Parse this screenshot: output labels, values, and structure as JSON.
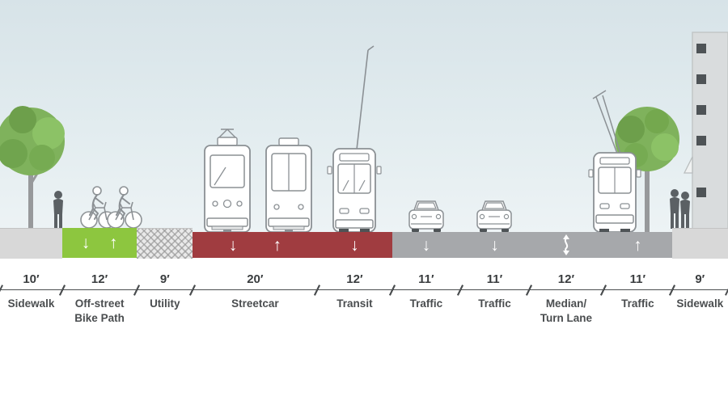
{
  "colors": {
    "bike_lane_green": "#8dc63f",
    "streetcar_transit_red": "#a03c40",
    "roadway_gray": "#a6a8ab",
    "sidewalk_gray": "#d8d8d8",
    "arrow_white": "#ffffff",
    "sky_top": "#d7e3e8",
    "sky_bottom": "#edf3f5",
    "tree_green": "#7fb25c",
    "silhouette_gray": "#5b6064"
  },
  "segments": [
    {
      "width": "10′",
      "label": "Sidewalk",
      "type": "sidewalk",
      "feet": 10,
      "arrows": []
    },
    {
      "width": "12′",
      "label": "Off-street\nBike Path",
      "type": "bike",
      "feet": 12,
      "arrows": [
        "↓",
        "↑"
      ]
    },
    {
      "width": "9′",
      "label": "Utility",
      "type": "utility",
      "feet": 9,
      "arrows": []
    },
    {
      "width": "20′",
      "label": "Streetcar",
      "type": "streetcar",
      "feet": 20,
      "arrows": [
        "↓",
        "↑"
      ]
    },
    {
      "width": "12′",
      "label": "Transit",
      "type": "transit",
      "feet": 12,
      "arrows": [
        "↓"
      ]
    },
    {
      "width": "11′",
      "label": "Traffic",
      "type": "traffic",
      "feet": 11,
      "arrows": [
        "↓"
      ]
    },
    {
      "width": "11′",
      "label": "Traffic",
      "type": "traffic",
      "feet": 11,
      "arrows": [
        "↓"
      ]
    },
    {
      "width": "12′",
      "label": "Median/\nTurn Lane",
      "type": "median",
      "feet": 12,
      "arrows": [
        "two-way-turn"
      ]
    },
    {
      "width": "11′",
      "label": "Traffic",
      "type": "traffic",
      "feet": 11,
      "arrows": [
        "↑"
      ]
    },
    {
      "width": "9′",
      "label": "Sidewalk",
      "type": "sidewalk",
      "feet": 9,
      "arrows": []
    }
  ]
}
